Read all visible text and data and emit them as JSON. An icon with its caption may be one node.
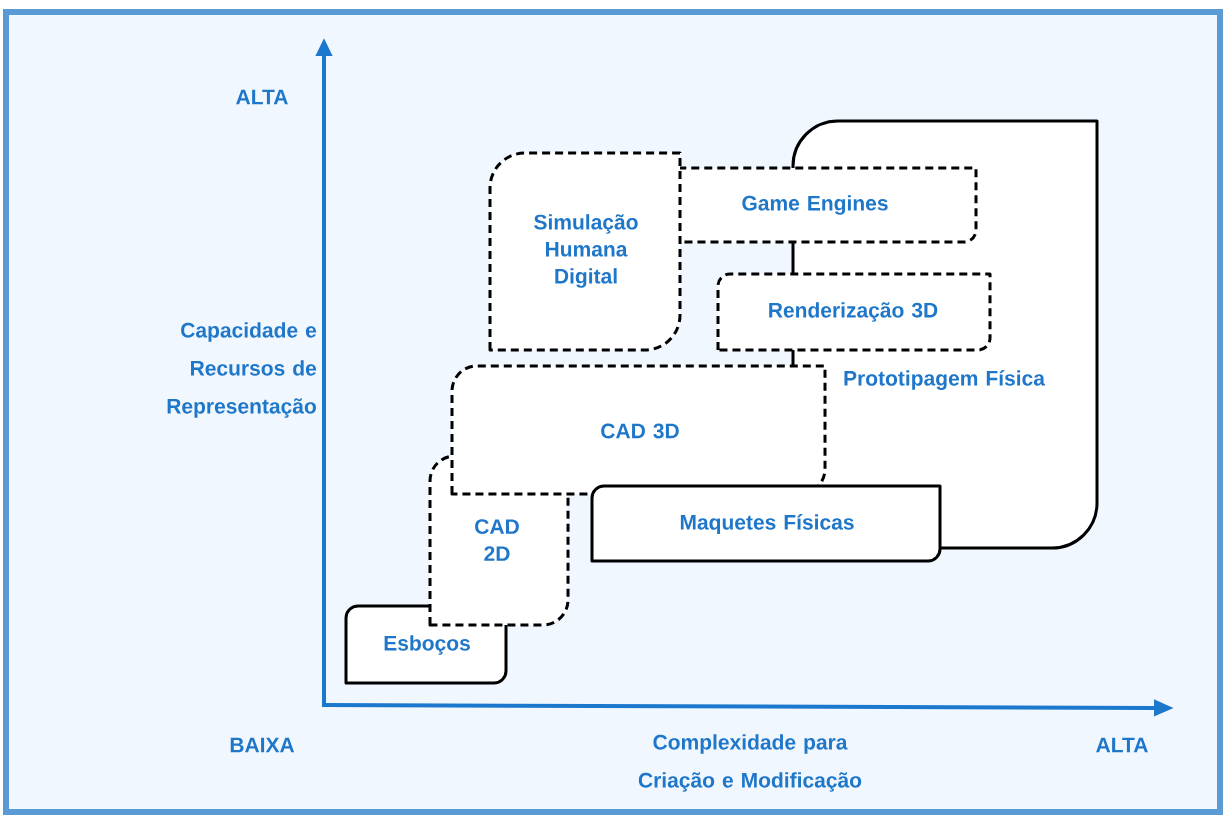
{
  "diagram": {
    "nodes": [
      {
        "text": [
          "Simulação Humana Digital"
        ]
      },
      {
        "text": [
          "Game Engines"
        ]
      },
      {
        "text": [
          "Renderização 3D"
        ]
      },
      {
        "text": [
          "Prototipagem Física"
        ]
      },
      {
        "text": [
          "CAD 3D"
        ]
      },
      {
        "text": [
          "CAD 2D"
        ]
      },
      {
        "text": [
          "Maquetes Físicas"
        ]
      },
      {
        "text": [
          "Esboços"
        ]
      }
    ],
    "labels": [
      "ALTA",
      "Capacidade e Recursos de Representação",
      "BAIXA",
      "Complexidade para Criação e Modificação",
      "ALTA"
    ]
  }
}
